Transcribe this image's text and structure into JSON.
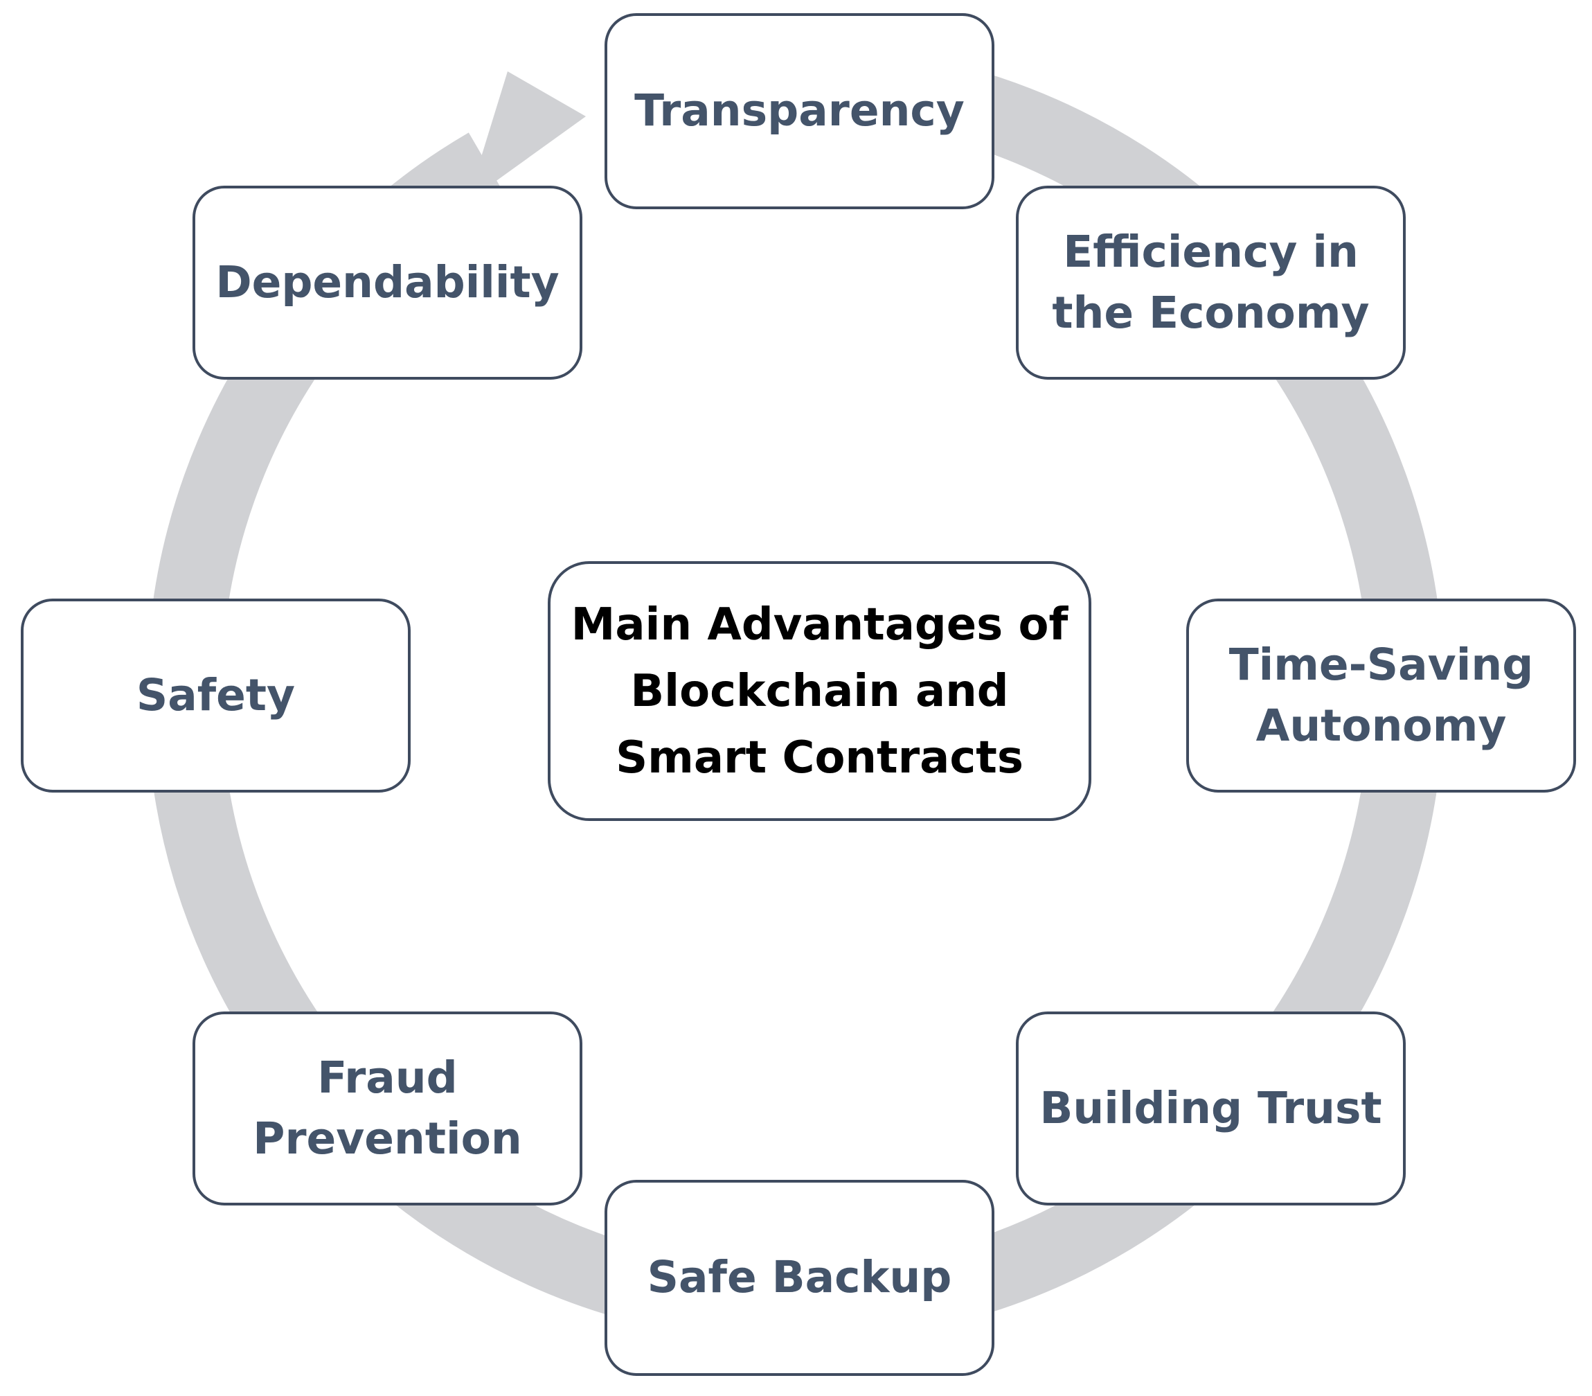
{
  "diagram": {
    "center_title": "Main Advantages of\nBlockchain and\nSmart Contracts",
    "advantages": [
      "Transparency",
      "Efficiency in\nthe Economy",
      "Time-Saving\nAutonomy",
      "Building Trust",
      "Safe Backup",
      "Fraud\nPrevention",
      "Safety",
      "Dependability"
    ],
    "colors": {
      "ring": "#d0d1d4",
      "box_border": "#3f4b5f",
      "box_text": "#44546a",
      "center_text": "#000000",
      "background": "#ffffff"
    }
  }
}
